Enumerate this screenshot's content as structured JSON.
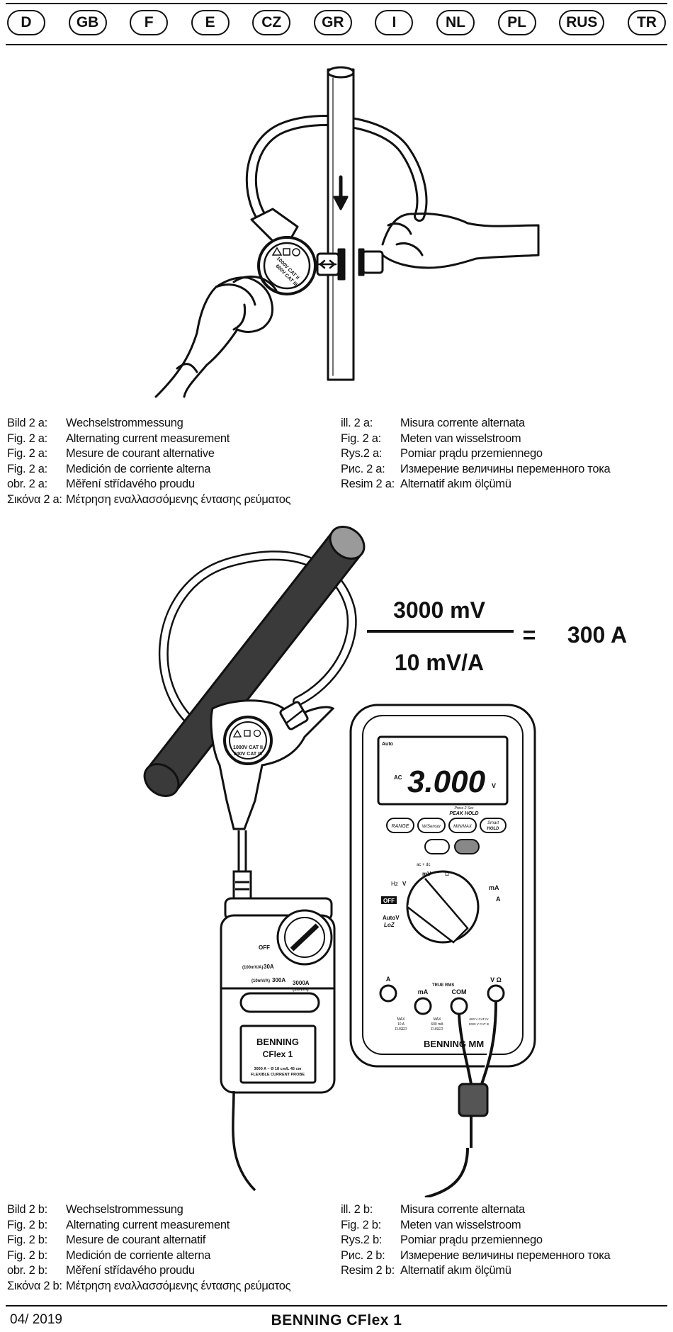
{
  "languages": [
    "D",
    "GB",
    "F",
    "E",
    "CZ",
    "GR",
    "I",
    "NL",
    "PL",
    "RUS",
    "TR"
  ],
  "figure_a": {
    "captions_left": [
      {
        "label": "Bild 2 a:",
        "text": "Wechselstrommessung"
      },
      {
        "label": "Fig. 2 a:",
        "text": "Alternating current measurement"
      },
      {
        "label": "Fig. 2 a:",
        "text": "Mesure de courant alternative"
      },
      {
        "label": "Fig. 2 a:",
        "text": "Medición de corriente alterna"
      },
      {
        "label": "obr. 2 a:",
        "text": "Měření střídavého proudu"
      },
      {
        "label": "Σικόνα 2 a:",
        "text": "Μέτρηση εναλλασσόμενης έντασης ρεύματος"
      }
    ],
    "captions_right": [
      {
        "label": "ill. 2 a:",
        "text": "Misura corrente alternata"
      },
      {
        "label": "Fig. 2 a:",
        "text": "Meten van wisselstroom"
      },
      {
        "label": "Rys.2 a:",
        "text": "Pomiar prądu przemiennego"
      },
      {
        "label": "Рис. 2 a:",
        "text": "Измерение величины переменного тока"
      },
      {
        "label": "Resim 2 a:",
        "text": "Alternatif akım ölçümü"
      }
    ],
    "clamp_label_1": "1000V CAT II",
    "clamp_label_2": "600V CAT III"
  },
  "figure_b": {
    "formula_numerator": "3000 mV",
    "formula_denominator": "10 mV/A",
    "formula_equals": "=",
    "formula_result": "300 A",
    "clamp_label_1": "1000V CAT II",
    "clamp_label_2": "600V CAT III",
    "meter": {
      "display_mode": "Auto",
      "display_ac": "AC",
      "display_value": "3.000",
      "display_unit": "V",
      "peak_hold_1": "Press 2 Sec",
      "peak_hold_2": "PEAK HOLD",
      "btn_range": "RANGE",
      "btn_wsensor": "W/Sensor",
      "btn_minmax": "MIN/MAX",
      "btn_smart_1": "Smart",
      "btn_smart_2": "HOLD",
      "dial_off": "OFF",
      "dial_autov_1": "AutoV",
      "dial_autov_2": "LoZ",
      "dial_mv": "mV",
      "dial_ohm": "Ω",
      "dial_ma": "mA",
      "dial_a": "A",
      "dial_v": "V",
      "dial_hz": "Hz",
      "dial_acdc": "ac + dc",
      "jack_a": "A",
      "jack_ma": "mA",
      "jack_com": "COM",
      "jack_vohm": "V Ω",
      "true_rms": "TRUE RMS",
      "max_10a_1": "MAX",
      "max_10a_2": "10 A",
      "max_10a_3": "FUSED",
      "max_600ma_1": "MAX",
      "max_600ma_2": "600 mA",
      "max_600ma_3": "FUSED",
      "cat_1": "600 V CAT IV",
      "cat_2": "1000 V CAT III",
      "brand": "BENNING MM"
    },
    "probe": {
      "off": "OFF",
      "r1_a": "(100mV/A)",
      "r1_b": "30A",
      "r2_a": "(10mV/A)",
      "r2_b": "300A",
      "r3_a": "3000A",
      "r3_b": "(1mV/A)",
      "brand": "BENNING",
      "model": "CFlex 1",
      "spec": "3000 A ~  Ø 18 cm/L 45 cm",
      "desc": "FLEXIBLE CURRENT PROBE"
    },
    "captions_left": [
      {
        "label": "Bild 2 b:",
        "text": "Wechselstrommessung"
      },
      {
        "label": "Fig. 2 b:",
        "text": "Alternating current measurement"
      },
      {
        "label": "Fig. 2 b:",
        "text": "Mesure de courant alternatif"
      },
      {
        "label": "Fig. 2 b:",
        "text": "Medición de corriente alterna"
      },
      {
        "label": "obr. 2 b:",
        "text": "Měření střídavého proudu"
      },
      {
        "label": "Σικόνα 2 b:",
        "text": "Μέτρηση εναλλασσόμενης έντασης ρεύματος"
      }
    ],
    "captions_right": [
      {
        "label": "ill. 2 b:",
        "text": "Misura corrente alternata"
      },
      {
        "label": "Fig. 2 b:",
        "text": "Meten van wisselstroom"
      },
      {
        "label": "Rys.2 b:",
        "text": "Pomiar prądu przemiennego"
      },
      {
        "label": "Рис. 2 b:",
        "text": "Измерение величины переменного тока"
      },
      {
        "label": "Resim 2 b:",
        "text": "Alternatif akım ölçümü"
      }
    ]
  },
  "footer": {
    "date": "04/ 2019",
    "brand": "BENNING CFlex 1"
  }
}
